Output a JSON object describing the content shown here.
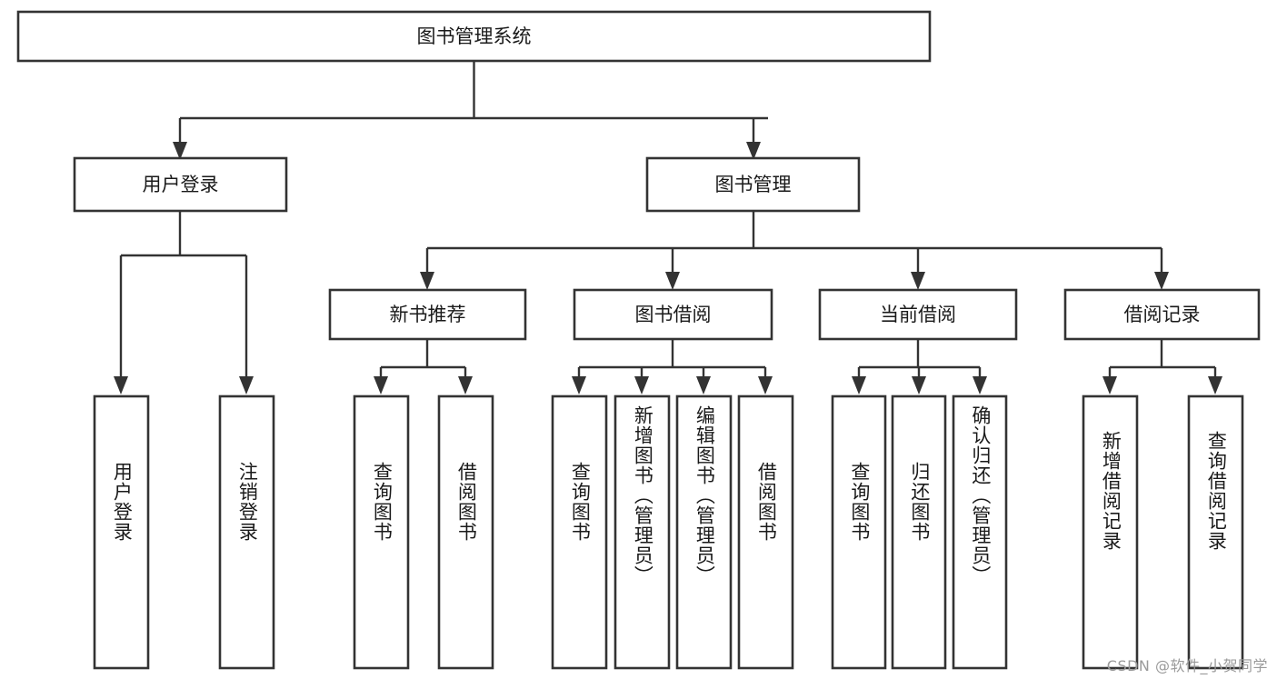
{
  "diagram": {
    "type": "tree-hierarchy",
    "title": "图书管理系统",
    "watermark": "CSDN @软件_小贺同学",
    "colors": {
      "box_fill": "#ffffff",
      "box_stroke": "#333333",
      "text": "#1a1a1a",
      "background": "#ffffff",
      "watermark": "#9a9a9a"
    },
    "root": {
      "label": "图书管理系统"
    },
    "level2": [
      {
        "label": "用户登录"
      },
      {
        "label": "图书管理"
      }
    ],
    "level3": [
      {
        "label": "新书推荐"
      },
      {
        "label": "图书借阅"
      },
      {
        "label": "当前借阅"
      },
      {
        "label": "借阅记录"
      }
    ],
    "leaves": {
      "user_login": [
        {
          "label": "用户登录"
        },
        {
          "label": "注销登录"
        }
      ],
      "new_book_recommend": [
        {
          "label": "查询图书"
        },
        {
          "label": "借阅图书"
        }
      ],
      "book_borrow": [
        {
          "label": "查询图书"
        },
        {
          "label": "新增图书（管理员）"
        },
        {
          "label": "编辑图书（管理员）"
        },
        {
          "label": "借阅图书"
        }
      ],
      "current_borrow": [
        {
          "label": "查询图书"
        },
        {
          "label": "归还图书"
        },
        {
          "label": "确认归还（管理员）"
        }
      ],
      "borrow_record": [
        {
          "label": "新增借阅记录"
        },
        {
          "label": "查询借阅记录"
        }
      ]
    }
  }
}
